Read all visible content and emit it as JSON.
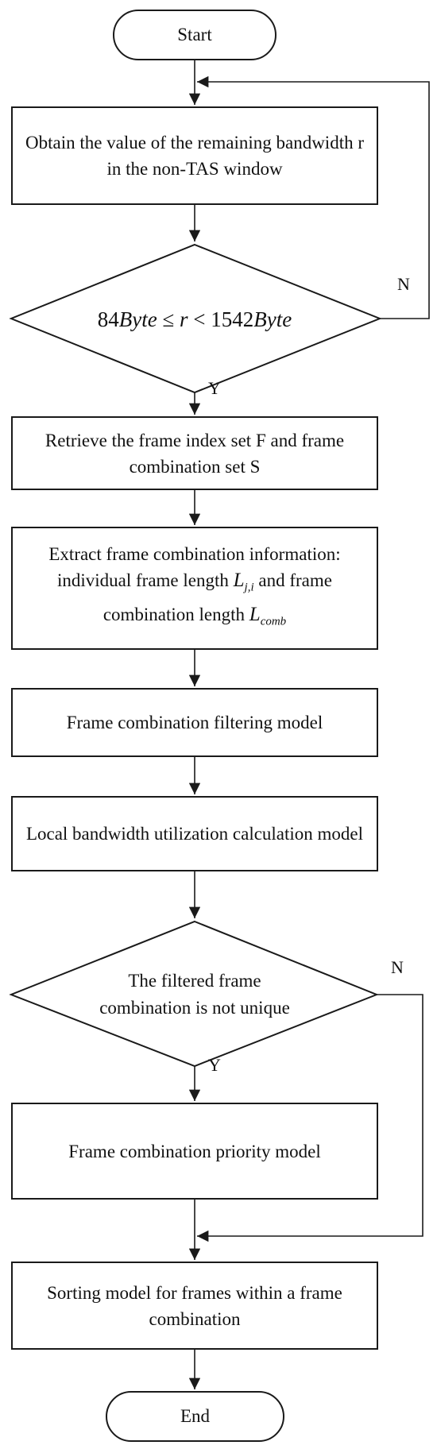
{
  "start": {
    "label": "Start"
  },
  "step1": {
    "label": "Obtain the value of the remaining bandwidth r in the non-TAS window"
  },
  "decision1": {
    "num1": "84",
    "unit1": "Byte",
    "op1": "≤",
    "var": "r",
    "op2": "<",
    "num2": "1542",
    "unit2": "Byte",
    "yes": "Y",
    "no": "N"
  },
  "step2": {
    "label": "Retrieve the frame index set F and frame combination set S"
  },
  "step3": {
    "part1": "Extract frame combination information: individual frame length",
    "sym1": "L",
    "sub1": "j,i",
    "part2": "and frame combination length",
    "sym2": "L",
    "sub2": "comb"
  },
  "step4": {
    "label": "Frame combination filtering model"
  },
  "step5": {
    "label": "Local bandwidth utilization calculation model"
  },
  "decision2": {
    "label": "The filtered frame combination is not unique",
    "yes": "Y",
    "no": "N"
  },
  "step6": {
    "label": "Frame combination priority model"
  },
  "step7": {
    "label": "Sorting model for frames within a frame combination"
  },
  "end": {
    "label": "End"
  }
}
